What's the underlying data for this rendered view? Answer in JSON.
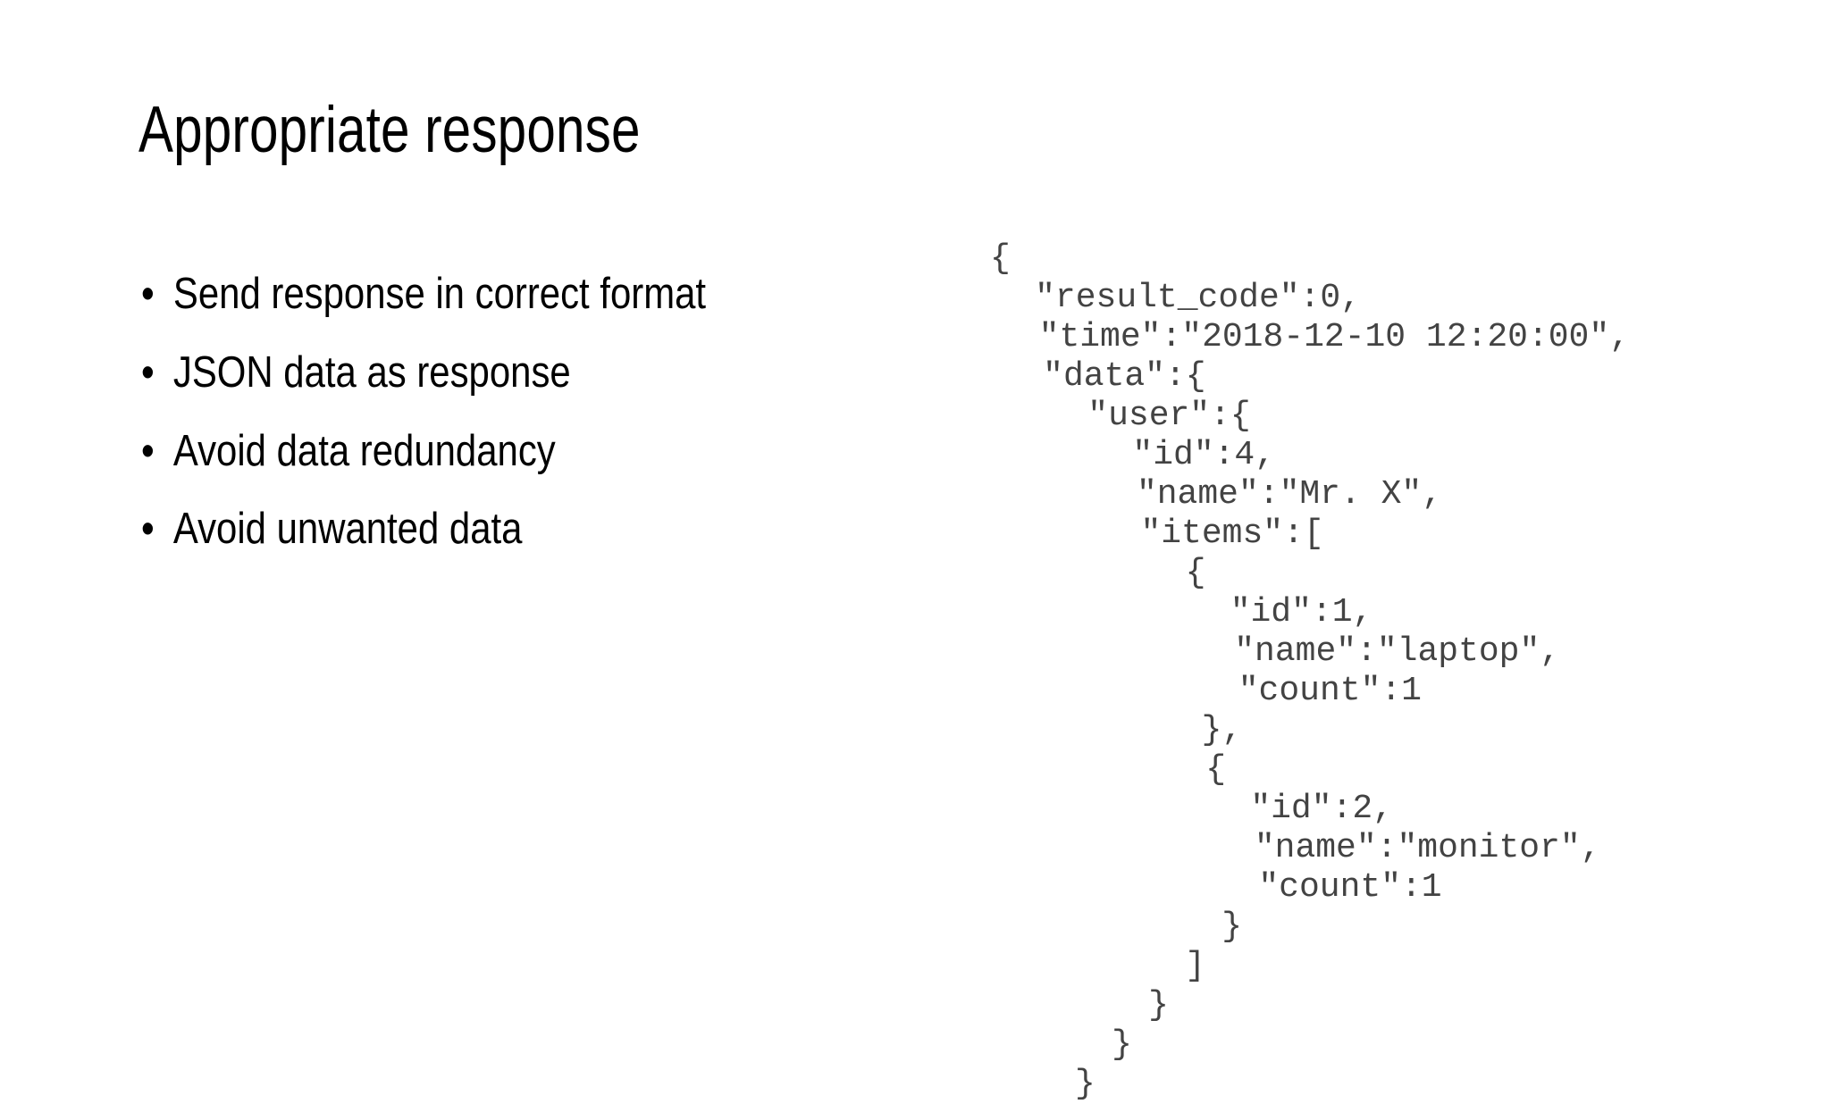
{
  "slide": {
    "title": "Appropriate response",
    "background_color": "#ffffff",
    "title_color": "#000000",
    "body_color": "#000000",
    "code_color": "#434343"
  },
  "bullets": [
    {
      "marker": "•",
      "text": "Send response in correct format"
    },
    {
      "marker": "•",
      "text": "JSON data as response"
    },
    {
      "marker": "•",
      "text": "Avoid data redundancy"
    },
    {
      "marker": "•",
      "text": "Avoid unwanted data"
    }
  ],
  "code": {
    "language": "json",
    "lines": [
      "{",
      "    \"result_code\":0,",
      "    \"time\":\"2018-12-10 12:20:00\",",
      "    \"data\":{",
      "        \"user\":{",
      "            \"id\":4,",
      "            \"name\":\"Mr. X\",",
      "            \"items\":[",
      "                {",
      "                    \"id\":1,",
      "                    \"name\":\"laptop\",",
      "                    \"count\":1",
      "                },",
      "                {",
      "                    \"id\":2,",
      "                    \"name\":\"monitor\",",
      "                    \"count\":1",
      "                }",
      "            ]",
      "        }",
      "    }",
      "}"
    ]
  }
}
